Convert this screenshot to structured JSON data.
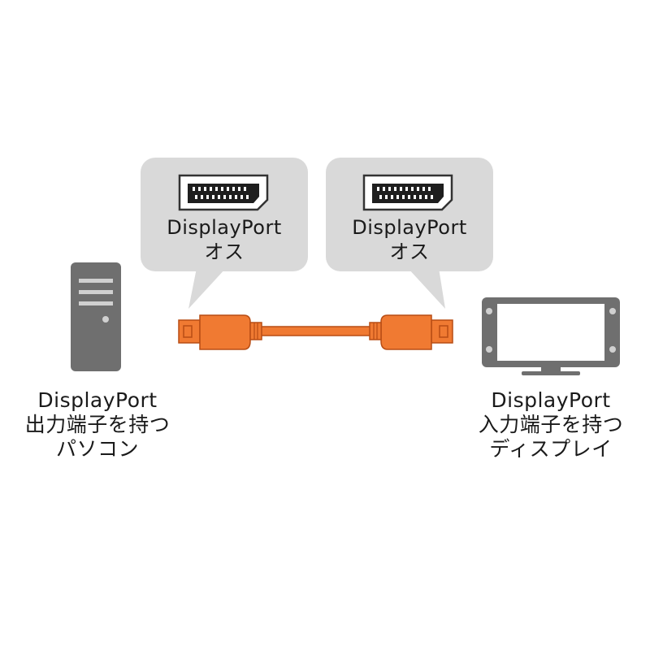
{
  "connectors": {
    "left": {
      "name": "DisplayPort",
      "gender": "オス"
    },
    "right": {
      "name": "DisplayPort",
      "gender": "オス"
    }
  },
  "devices": {
    "pc": {
      "line1": "DisplayPort",
      "line2": "出力端子を持つ",
      "line3": "パソコン",
      "icon": "desktop-tower-icon"
    },
    "display": {
      "line1": "DisplayPort",
      "line2": "入力端子を持つ",
      "line3": "ディスプレイ",
      "icon": "monitor-icon"
    }
  },
  "colors": {
    "bubble": "#d9d9d9",
    "device": "#6f6f6f",
    "cable": "#f07a32",
    "cable_dark": "#b84d14",
    "port_outline": "#333333"
  }
}
